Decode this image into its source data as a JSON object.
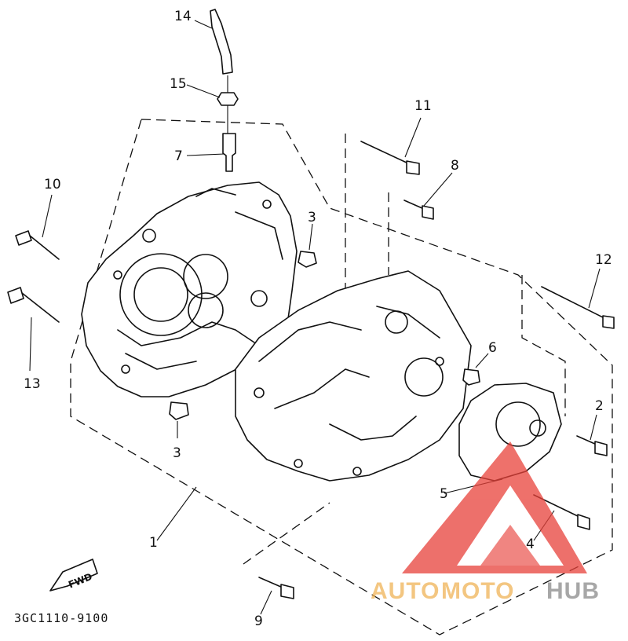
{
  "callouts": {
    "c1": "1",
    "c2": "2",
    "c3a": "3",
    "c3b": "3",
    "c4": "4",
    "c5": "5",
    "c6": "6",
    "c7": "7",
    "c8": "8",
    "c9": "9",
    "c10": "10",
    "c11": "11",
    "c12": "12",
    "c13": "13",
    "c14": "14",
    "c15": "15"
  },
  "fwd_label": "FWD",
  "part_code": "3GC1110-9100",
  "watermark": {
    "text_auto": "AUTO",
    "text_moto": "MOTO",
    "text_hub": "HUB",
    "colors": {
      "auto": "#f0b457",
      "moto": "#f0b457",
      "hub": "#8a8a8a",
      "triangle": "#e8413a"
    }
  }
}
